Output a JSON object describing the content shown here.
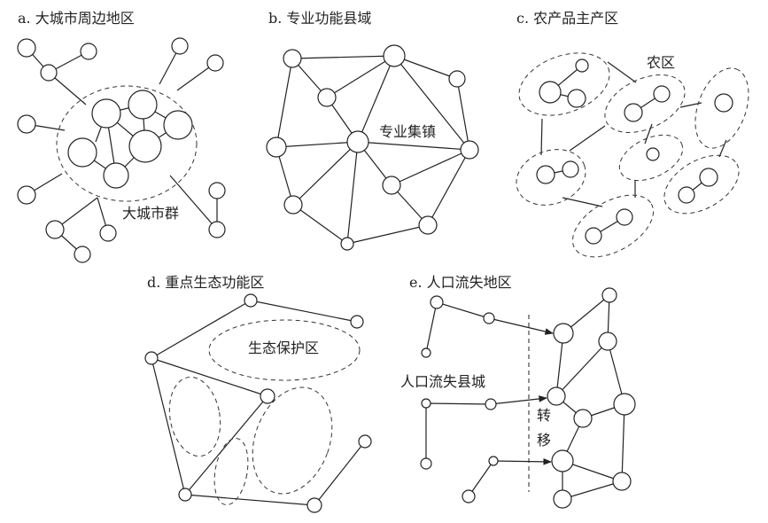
{
  "panels": {
    "a": {
      "title": "a. 大城市周边地区",
      "label": "大城市群"
    },
    "b": {
      "title": "b. 专业功能县域",
      "label": "专业集镇"
    },
    "c": {
      "title": "c. 农产品主产区",
      "label": "农区"
    },
    "d": {
      "title": "d. 重点生态功能区",
      "label": "生态保护区"
    },
    "e": {
      "title": "e. 人口流失地区",
      "label": "人口流失县城",
      "transfer_1": "转",
      "transfer_2": "移"
    }
  }
}
